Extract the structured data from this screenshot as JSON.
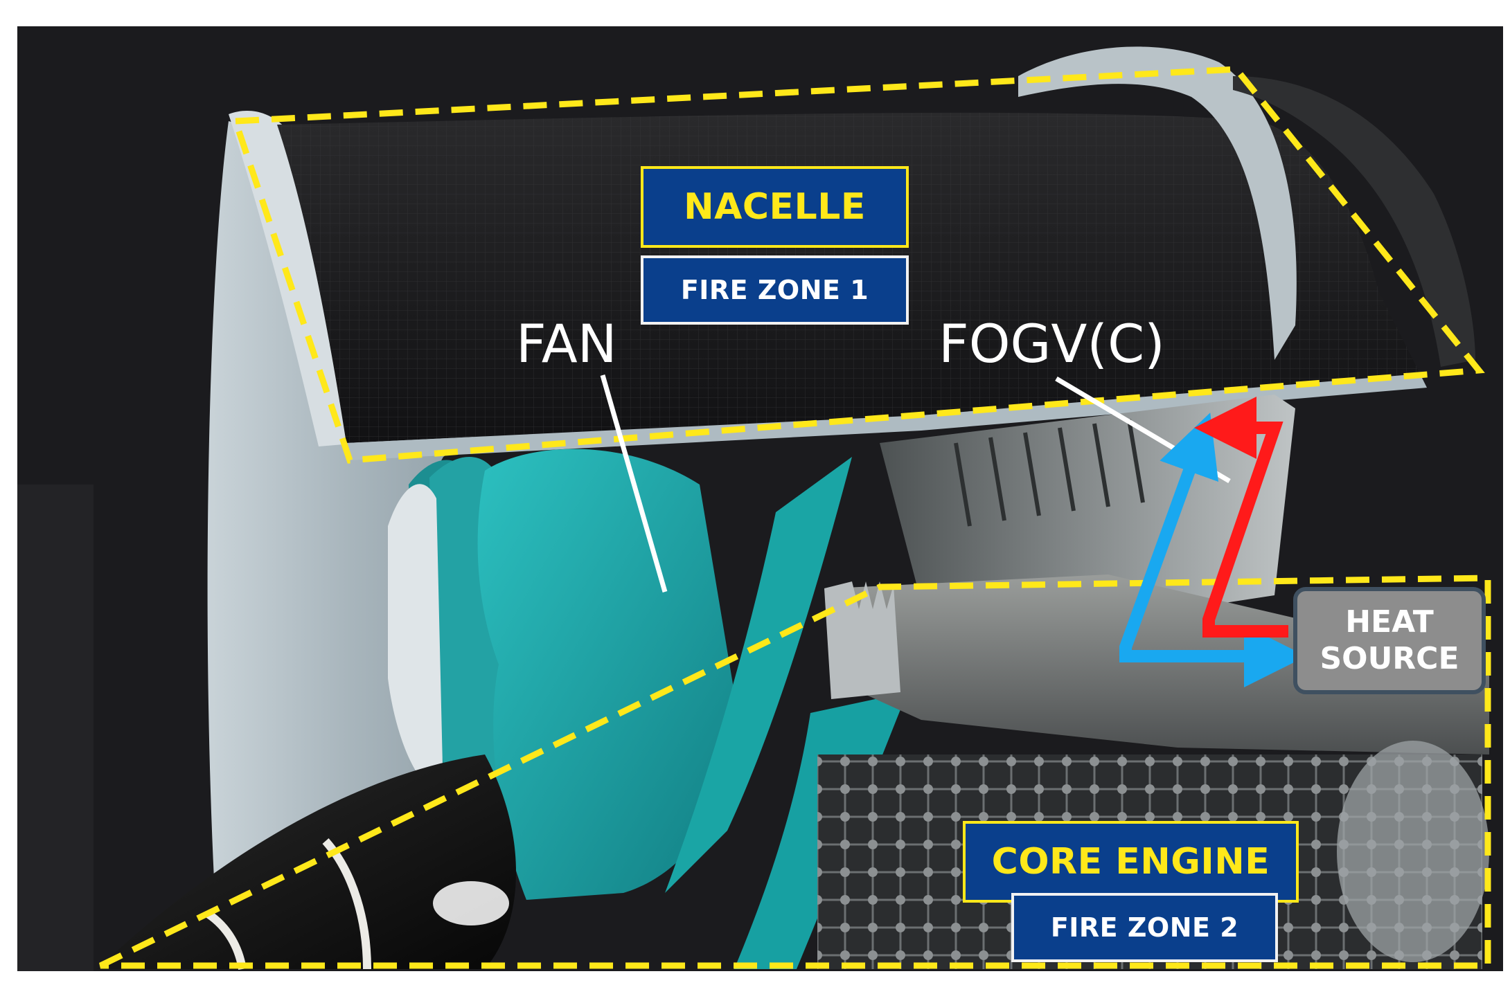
{
  "labels": {
    "nacelle": "NACELLE",
    "fire_zone_1": "FIRE ZONE 1",
    "fan": "FAN",
    "fogv": "FOGV(C)",
    "heat_source_line1": "HEAT",
    "heat_source_line2": "SOURCE",
    "core_engine": "CORE ENGINE",
    "fire_zone_2": "FIRE ZONE 2"
  },
  "colors": {
    "zone_outline": "#ffe81a",
    "label_box": "#0a3f8c",
    "fan_blade": "#1aa5a5",
    "cold_arrow": "#19a8f0",
    "hot_arrow": "#ff1a1a",
    "heat_source_box": "#8d8d8d",
    "background": "#1b1b1e"
  }
}
